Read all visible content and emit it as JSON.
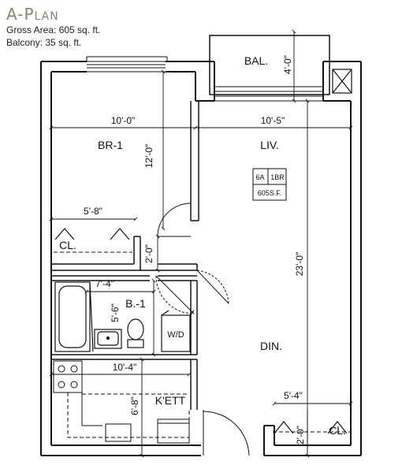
{
  "header": {
    "title": "A-Plan",
    "gross_area": "Gross Area: 605 sq. ft.",
    "balcony_area": "Balcony: 35 sq. ft."
  },
  "rooms": {
    "balcony": "BAL.",
    "bedroom": "BR-1",
    "living": "LIV.",
    "closet_bedroom": "CL.",
    "bath": "B.-1",
    "dining": "DIN.",
    "kitchenette": "K'ETT",
    "closet_corner": "CL.",
    "washer_dryer": "W/D"
  },
  "unit_tag": {
    "code": "6A",
    "type": "1BR",
    "area": "605S.F."
  },
  "dimensions": {
    "bedroom_width": "10'-0\"",
    "living_width": "10'-5\"",
    "bedroom_depth": "12'-0\"",
    "balcony_depth": "4'-0\"",
    "closet_width": "5'-8\"",
    "closet_depth": "2'-0\"",
    "bath_width": "7'-4\"",
    "bath_depth": "5'-6\"",
    "living_depth": "23'-0\"",
    "kitchen_width": "10'-4\"",
    "kitchen_depth": "6'-8\"",
    "corner_closet_width": "5'-4\"",
    "corner_closet_depth": "2'-0\""
  }
}
